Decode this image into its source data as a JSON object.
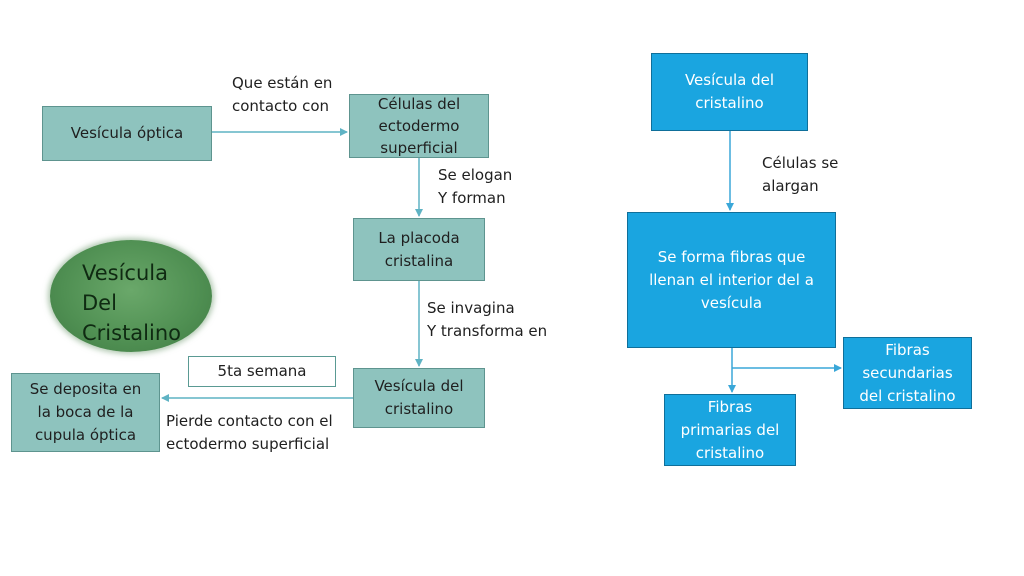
{
  "nodes": {
    "vesicula_optica": "Vesícula óptica",
    "celulas_ectodermo": "Células del\nectodermo\nsuperficial",
    "placoda": "La placoda\ncristalina",
    "vesicula_cristalino_left": "Vesícula del\ncristalino",
    "deposita": "Se deposita en\nla boca de la\ncupula óptica",
    "semana": "5ta semana",
    "vesicula_cristalino_right": "Vesícula del\ncristalino",
    "fibras_interior": "Se forma fibras que\nllenan el interior del a\nvesícula",
    "fibras_secundarias": "Fibras\nsecundarias\ndel cristalino",
    "fibras_primarias": "Fibras\nprimarias del\ncristalino"
  },
  "labels": {
    "contacto": "Que están en\ncontacto con",
    "elogan": "Se elogan\nY forman",
    "invagina": "Se invagina\nY transforma en",
    "pierde": "Pierde contacto con el\nectodermo superficial",
    "alargan": "Células se\nalargan"
  },
  "title_ellipse": "Vesícula\nDel\nCristalino",
  "colors": {
    "teal_box": "#8ec3be",
    "blue_box": "#1aa5e0",
    "ellipse": "#4f8f52",
    "arrow_left": "#5fb3c4",
    "arrow_right": "#3aa7d8"
  }
}
